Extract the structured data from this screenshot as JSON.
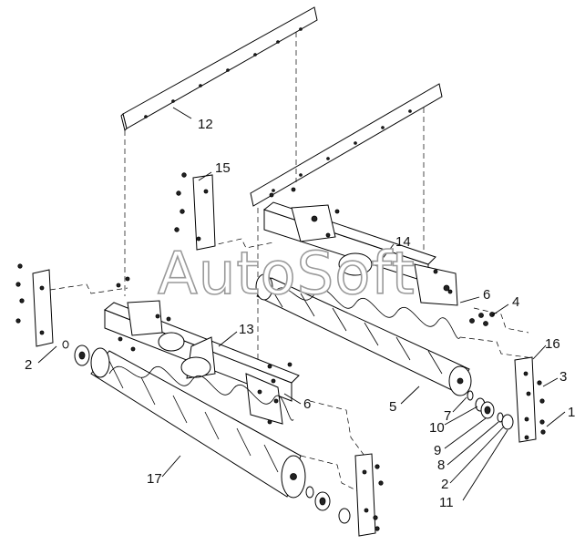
{
  "watermark": "AutoSoft",
  "callouts": {
    "c12": "12",
    "c15": "15",
    "c14": "14",
    "c13": "13",
    "c6a": "6",
    "c4": "4",
    "c16": "16",
    "c3": "3",
    "c1": "1",
    "c2a": "2",
    "c5": "5",
    "c7": "7",
    "c6b": "6",
    "c10": "10",
    "c9": "9",
    "c8": "8",
    "c2b": "2",
    "c11": "11",
    "c17": "17"
  }
}
